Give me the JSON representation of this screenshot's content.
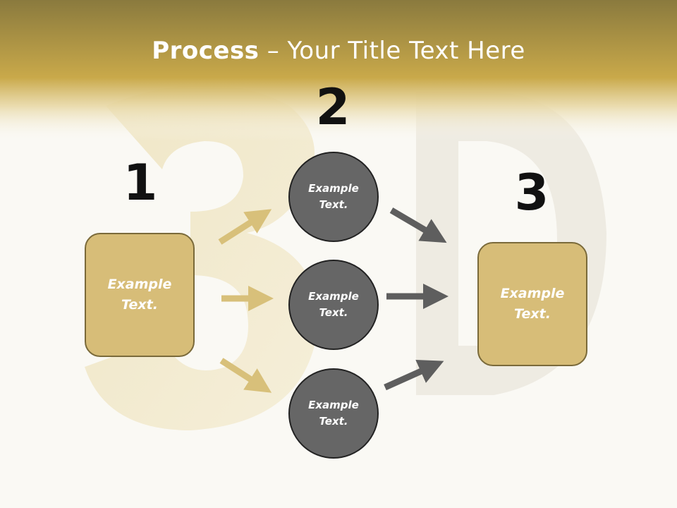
{
  "title": {
    "bold": "Process",
    "rest": " – Your Title Text Here"
  },
  "steps": {
    "one": "1",
    "two": "2",
    "three": "3"
  },
  "left_box": {
    "line1": "Example",
    "line2": "Text."
  },
  "right_box": {
    "line1": "Example",
    "line2": "Text."
  },
  "circles": [
    {
      "line1": "Example",
      "line2": "Text."
    },
    {
      "line1": "Example",
      "line2": "Text."
    },
    {
      "line1": "Example",
      "line2": "Text."
    }
  ],
  "colors": {
    "header": "#c9a94a",
    "box": "#d7bd78",
    "circle": "#666666",
    "gold_arrow": "#d8c07a",
    "gray_arrow": "#5e5e5e"
  }
}
